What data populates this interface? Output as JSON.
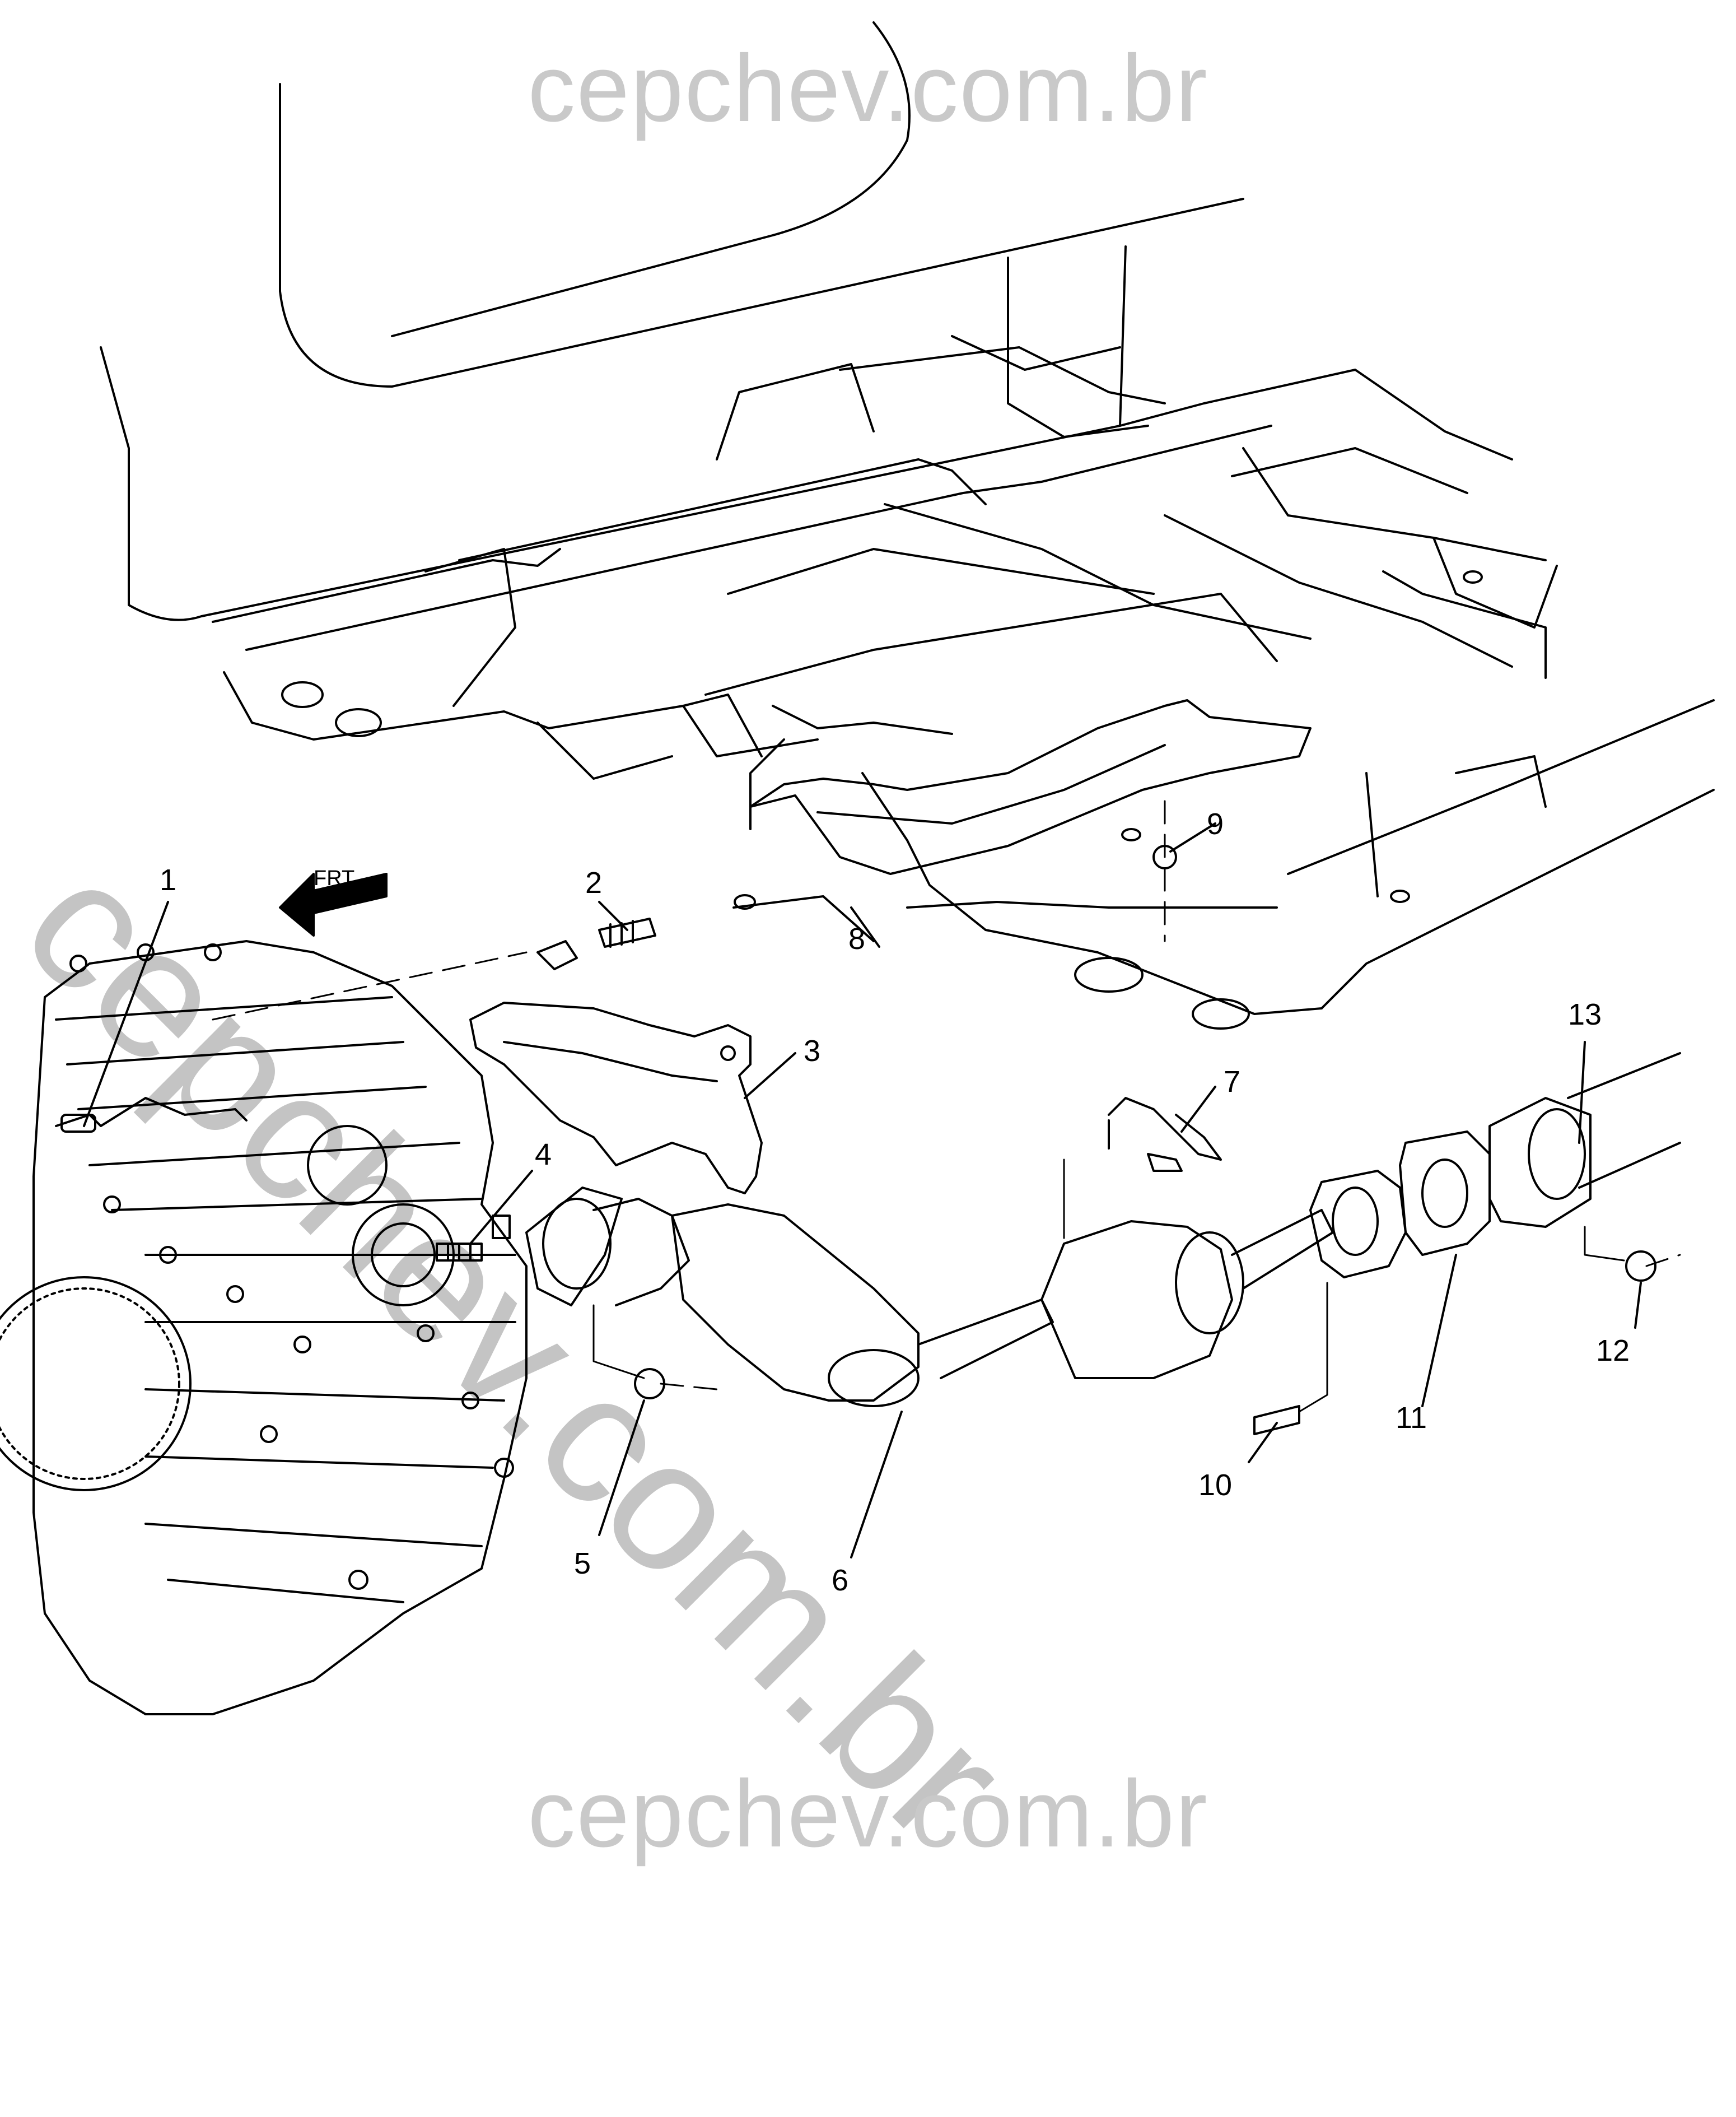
{
  "watermark": {
    "top_text": "cepchev.com.br",
    "diagonal_text": "cepchev.com.br",
    "bottom_text": "cepchev.com.br"
  },
  "front_arrow": {
    "label": "FRT"
  },
  "callouts": [
    "1",
    "2",
    "3",
    "4",
    "5",
    "6",
    "7",
    "8",
    "9",
    "10",
    "11",
    "12",
    "13"
  ],
  "colors": {
    "line": "#000000",
    "watermark": "#c4c4c4",
    "background": "#ffffff"
  }
}
